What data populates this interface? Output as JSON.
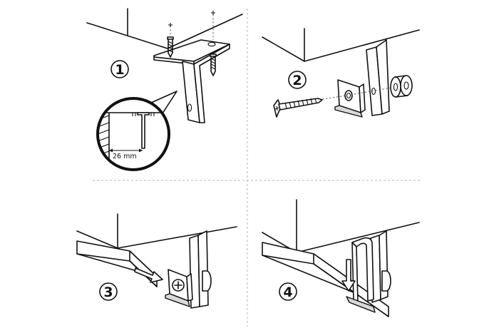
{
  "steps": [
    {
      "number": "1",
      "dimension": "26 mm"
    },
    {
      "number": "2"
    },
    {
      "number": "3"
    },
    {
      "number": "4"
    }
  ]
}
